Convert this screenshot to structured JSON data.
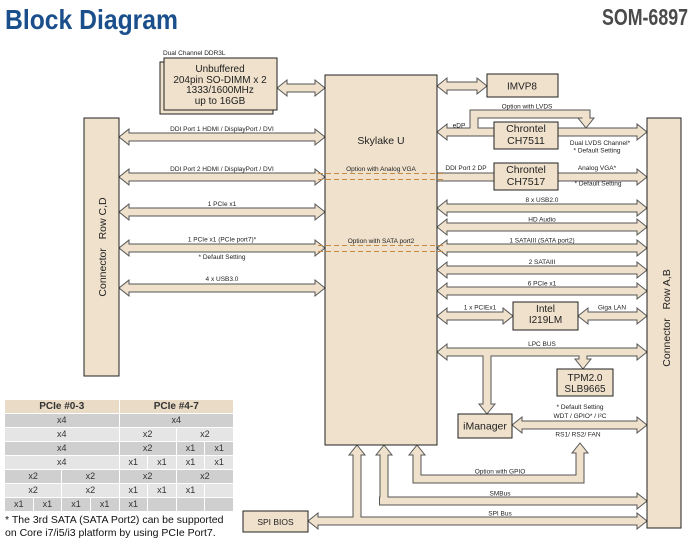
{
  "header": {
    "title": "Block Diagram",
    "model": "SOM-6897"
  },
  "memory": {
    "caption": "Dual Channel DDR3L",
    "lines": [
      "Unbuffered",
      "204pin SO-DIMM x 2",
      "1333/1600MHz",
      "up to 16GB"
    ]
  },
  "cpu": {
    "name": "Skylake U",
    "option_analog_vga": "Option with Analog VGA",
    "option_sata_port2": "Option with SATA port2"
  },
  "components": {
    "imvp": "IMVP8",
    "lvds_bridge": [
      "Chrontel",
      "CH7511"
    ],
    "vga_bridge": [
      "Chrontel",
      "CH7517"
    ],
    "lan": [
      "Intel",
      "I219LM"
    ],
    "tpm": [
      "TPM2.0",
      "SLB9665"
    ],
    "imanager": "iManager",
    "spi_bios": "SPI BIOS"
  },
  "connectors": {
    "left": "Connector   Row C,D",
    "right": "Connector   Row A,B"
  },
  "left_buses": {
    "ddi1": "DDI Port 1 HDMI / DisplayPort / DVI",
    "ddi2": "DDI Port 2 HDMI / DisplayPort / DVI",
    "pcie1": "1 PCIe x1",
    "pcie7": "1 PCIe x1 (PCIe port7)*",
    "pcie7_note": "* Default Setting",
    "usb3": "4 x USB3.0"
  },
  "right_buses": {
    "edp": "eDP",
    "option_lvds": "Option with LVDS",
    "dual_lvds": "Dual LVDS Channel*",
    "dual_lvds_note": "* Default Setting",
    "ddi2_dp": "DDI Port 2 DP",
    "analog_vga": "Analog VGA*",
    "analog_vga_note": "* Default Setting",
    "usb2": "8 x USB2.0",
    "hd_audio": "HD Audio",
    "sata_port2": "1 SATAIII (SATA port2)",
    "sata3": "2 SATAIII",
    "pcie6": "6 PCIe x1",
    "lan_pcie": "1 x PCIEx1",
    "giga_lan": "Giga LAN",
    "lpc": "LPC BUS",
    "imanager_note": "* Default Setting",
    "imanager_io": "WDT / GPIO* / I²C",
    "imanager_serial": "RS1/ RS2/ FAN",
    "option_gpio": "Option with GPIO",
    "smbus": "SMBus",
    "spi": "SPI Bus"
  },
  "pcie_table": {
    "headers": [
      "PCIe #0-3",
      "PCIe #4-7"
    ],
    "rows": [
      [
        "x4",
        "x4"
      ],
      [
        "x4",
        "x2",
        "x2"
      ],
      [
        "x4",
        "x2",
        "x1",
        "x1"
      ],
      [
        "x4",
        "x1",
        "x1",
        "x1",
        "x1"
      ],
      [
        "x2",
        "x2",
        "x2",
        "x2"
      ],
      [
        "x2",
        "x2",
        "x1",
        "x1",
        "x1",
        ""
      ],
      [
        "x1",
        "x1",
        "x1",
        "x1",
        "x1",
        "",
        "",
        ""
      ]
    ]
  },
  "footnote": [
    "* The 3rd SATA (SATA Port2) can be supported",
    "on Core i7/i5/i3 platform by using PCIe Port7."
  ],
  "colors": {
    "title": "#1a4f8b",
    "model": "#4a4a4a",
    "block_fill": "#efe1cb",
    "option_dash": "#c9873f"
  }
}
